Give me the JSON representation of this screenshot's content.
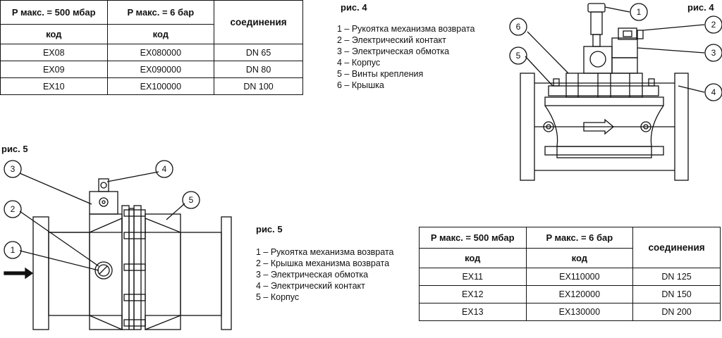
{
  "table_top": {
    "headers": [
      "P макс. = 500 мбар",
      "P макс. = 6 бар",
      "соединения"
    ],
    "subheaders": [
      "код",
      "код"
    ],
    "rows": [
      [
        "EX08",
        "EX080000",
        "DN 65"
      ],
      [
        "EX09",
        "EX090000",
        "DN 80"
      ],
      [
        "EX10",
        "EX100000",
        "DN 100"
      ]
    ]
  },
  "table_bottom": {
    "headers": [
      "P макс. = 500 мбар",
      "P макс. = 6 бар",
      "соединения"
    ],
    "subheaders": [
      "код",
      "код"
    ],
    "rows": [
      [
        "EX11",
        "EX110000",
        "DN 125"
      ],
      [
        "EX12",
        "EX120000",
        "DN 150"
      ],
      [
        "EX13",
        "EX130000",
        "DN 200"
      ]
    ]
  },
  "fig4": {
    "title_legend": "рис. 4",
    "title_drawing": "рис. 4",
    "legend": [
      "1 – Рукоятка механизма возврата",
      "2 – Электрический контакт",
      "3 – Электрическая обмотка",
      "4 – Корпус",
      "5 – Винты крепления",
      "6 – Крышка"
    ],
    "callouts": [
      "1",
      "2",
      "3",
      "4",
      "5",
      "6"
    ]
  },
  "fig5": {
    "title_drawing": "рис. 5",
    "title_legend": "рис. 5",
    "legend": [
      "1 – Рукоятка механизма возврата",
      "2 – Крышка механизма возврата",
      "3 – Электрическая обмотка",
      "4 – Электрический контакт",
      "5 – Корпус"
    ],
    "callouts": [
      "1",
      "2",
      "3",
      "4",
      "5"
    ]
  }
}
